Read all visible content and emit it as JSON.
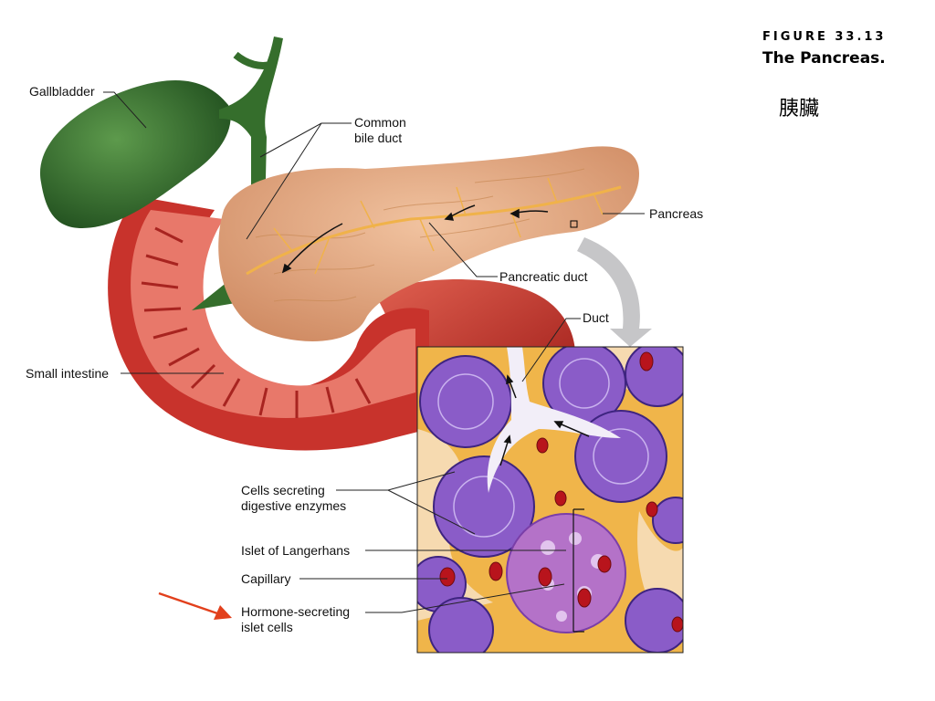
{
  "figure": {
    "number": "FIGURE 33.13",
    "title": "The Pancreas.",
    "subtitle": "胰臟"
  },
  "labels": {
    "gallbladder": "Gallbladder",
    "common_bile_duct_1": "Common",
    "common_bile_duct_2": "bile duct",
    "pancreas": "Pancreas",
    "pancreatic_duct": "Pancreatic duct",
    "duct": "Duct",
    "small_intestine": "Small intestine",
    "cells_secreting_1": "Cells secreting",
    "cells_secreting_2": "digestive enzymes",
    "islet": "Islet of Langerhans",
    "capillary": "Capillary",
    "hormone_1": "Hormone-secreting",
    "hormone_2": "islet cells"
  },
  "colors": {
    "gallbladder": "#2f6a2c",
    "pancreas": "#e4a880",
    "intestine": "#c8332c",
    "enzyme_cells": "#8a5cc8",
    "islet_cells": "#b472c8",
    "tissue_bg": "#f0b54a",
    "capillary": "#b8141c",
    "pointer_arrow": "#e2401c"
  }
}
